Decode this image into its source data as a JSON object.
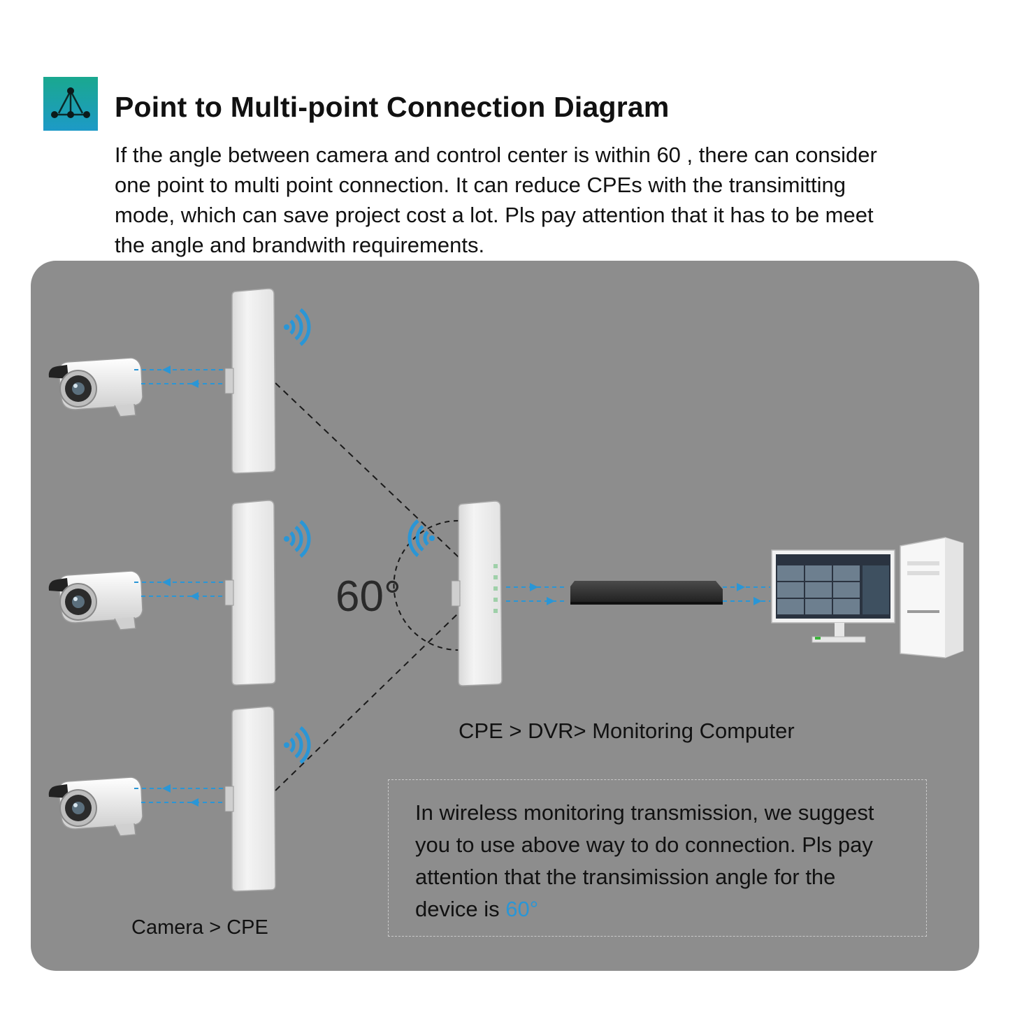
{
  "header": {
    "title": "Point to Multi-point Connection Diagram",
    "icon": "network-topology-icon"
  },
  "intro": {
    "lines": [
      "If the angle between camera and control center is within 60 , there can consider",
      "one point to multi point connection. It can reduce CPEs with the transimitting",
      "mode, which can save project cost a lot. Pls pay attention that it has to be meet",
      "the angle and brandwith requirements."
    ]
  },
  "diagram": {
    "angle_label": "60°",
    "caption_right": "CPE > DVR> Monitoring Computer",
    "caption_left": "Camera > CPE",
    "note": {
      "lines": [
        "In wireless monitoring transmission, we suggest",
        "you to use above way to do connection. Pls pay",
        "attention that the transimission angle for the"
      ],
      "last_prefix": "device is ",
      "last_highlight": "60°"
    },
    "icons": [
      "security-camera-icon",
      "cpe-antenna-icon",
      "wifi-signal-icon",
      "dvr-icon",
      "monitor-icon",
      "computer-tower-icon"
    ]
  },
  "colors": {
    "panel_bg": "#8d8d8d",
    "accent_blue": "#2a96d6",
    "icon_gradient_top": "#1aa88f",
    "icon_gradient_bottom": "#1d9ac7"
  }
}
